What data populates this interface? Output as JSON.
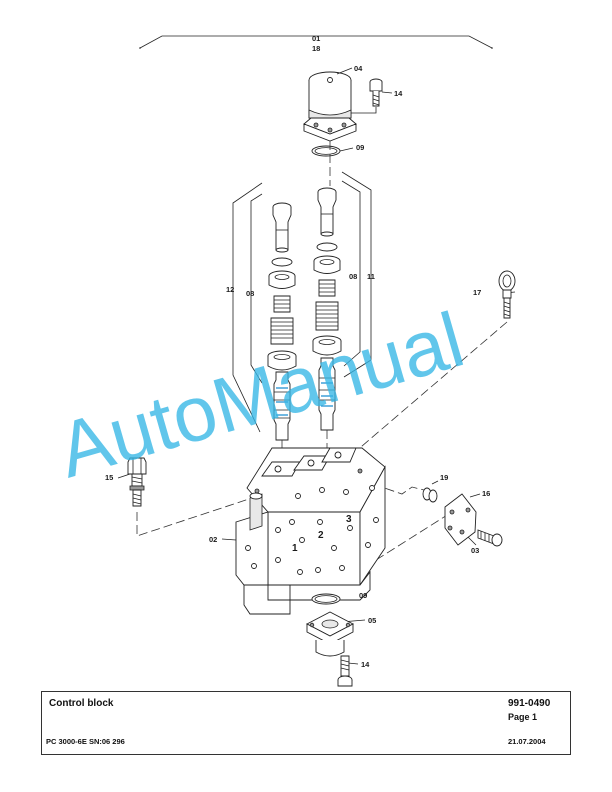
{
  "labels": {
    "l01": "01",
    "l18": "18",
    "l04": "04",
    "l14a": "14",
    "l09a": "09",
    "l12": "12",
    "l08a": "08",
    "l08b": "08",
    "l11": "11",
    "l17": "17",
    "l15": "15",
    "l19": "19",
    "l16": "16",
    "l02": "02",
    "l03": "03",
    "l09b": "09",
    "l05": "05",
    "l14b": "14"
  },
  "block_numbers": {
    "n1": "1",
    "n2": "2",
    "n3": "3"
  },
  "watermark": "AutoManual",
  "title_block": {
    "title": "Control block",
    "number": "991-0490",
    "page": "Page 1",
    "model": "PC 3000-6E SN:06 296",
    "date": "21.07.2004"
  },
  "colors": {
    "watermark": "#35b6e6",
    "line": "#222222"
  }
}
